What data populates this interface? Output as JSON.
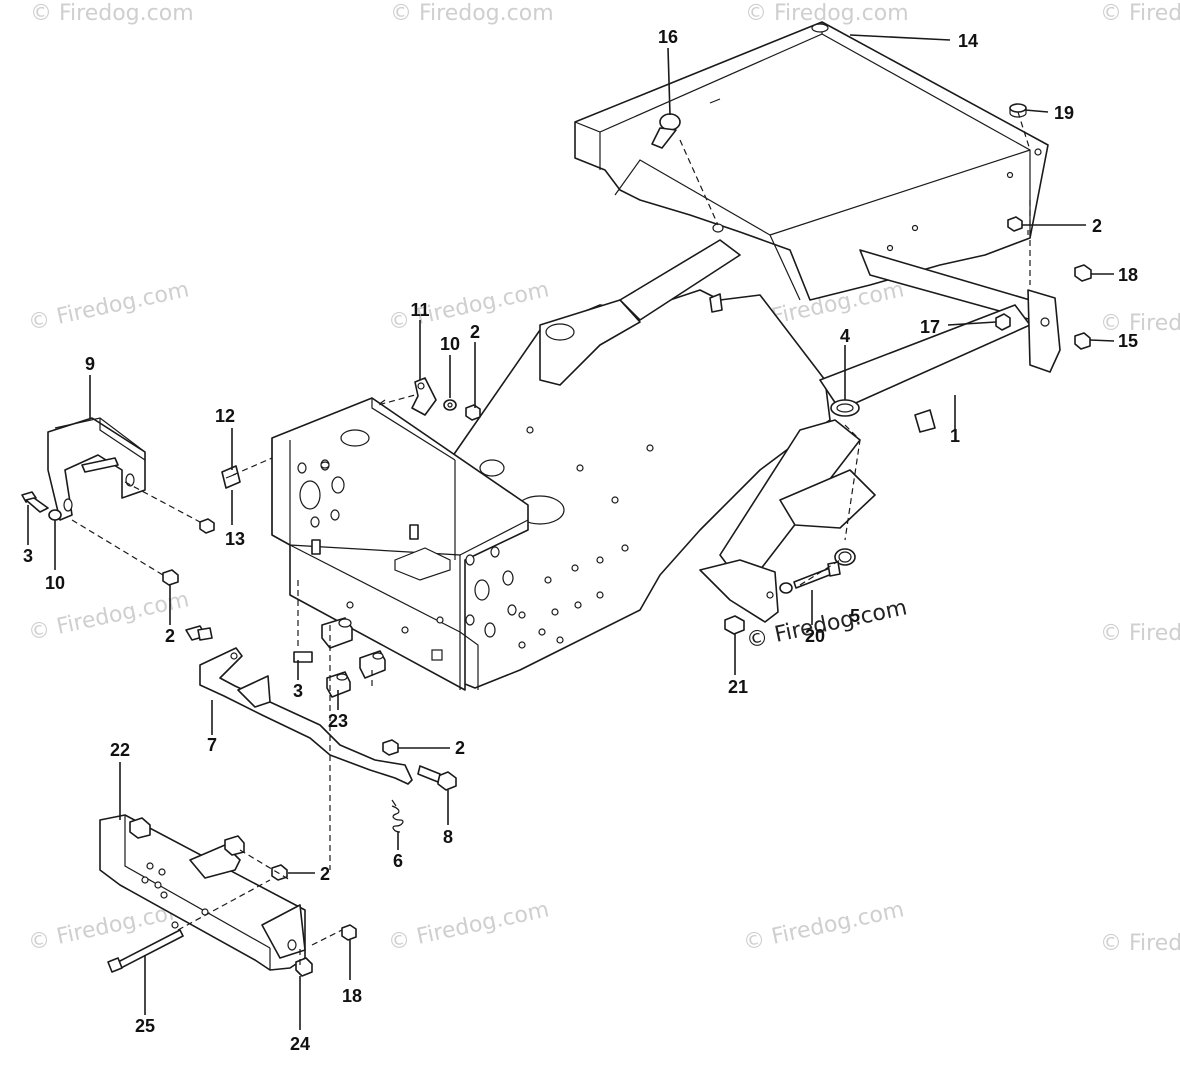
{
  "watermark": {
    "text": "© Firedog.com",
    "color": "#cfcfcf"
  },
  "callouts": {
    "c1": "1",
    "c2a": "2",
    "c2b": "2",
    "c2c": "2",
    "c2d": "2",
    "c2e": "2",
    "c3a": "3",
    "c3b": "3",
    "c4": "4",
    "c5": "5",
    "c6": "6",
    "c7": "7",
    "c8": "8",
    "c9": "9",
    "c10a": "10",
    "c10b": "10",
    "c11": "11",
    "c12": "12",
    "c13": "13",
    "c14": "14",
    "c15": "15",
    "c16": "16",
    "c17": "17",
    "c18a": "18",
    "c18b": "18",
    "c19": "19",
    "c20": "20",
    "c21": "21",
    "c22": "22",
    "c23": "23",
    "c24": "24",
    "c25": "25"
  }
}
